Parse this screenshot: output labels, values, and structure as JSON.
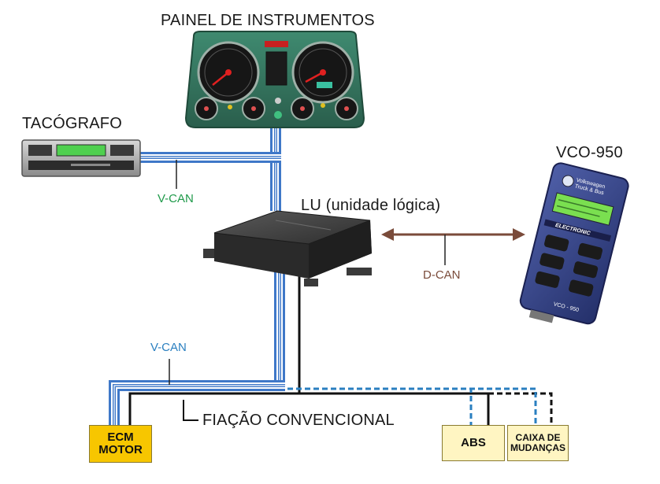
{
  "labels": {
    "painel": "PAINEL DE INSTRUMENTOS",
    "tacografo": "TACÓGRAFO",
    "vco": "VCO-950",
    "lu": "LU (unidade lógica)",
    "vcan_top": "V-CAN",
    "vcan_bottom": "V-CAN",
    "dcan": "D-CAN",
    "fiacao": "FIAÇÃO CONVENCIONAL"
  },
  "boxes": {
    "ecm_line1": "ECM",
    "ecm_line2": "MOTOR",
    "abs": "ABS",
    "caixa_line1": "CAIXA DE",
    "caixa_line2": "MUDANÇAS"
  },
  "device_text": {
    "vco_brand_1": "Volkswagen",
    "vco_brand_2": "Truck & Bus",
    "vco_electronic": "ELECTRONIC",
    "vco_model": "VCO - 950"
  },
  "colors": {
    "vcan_green": "#1f9a4a",
    "vcan_blue": "#2a7fc0",
    "dcan_brown": "#7a4b3a",
    "cable_blue": "#3f78c8",
    "box_yellow": "#f7c600",
    "box_cream": "#fff5c2"
  }
}
